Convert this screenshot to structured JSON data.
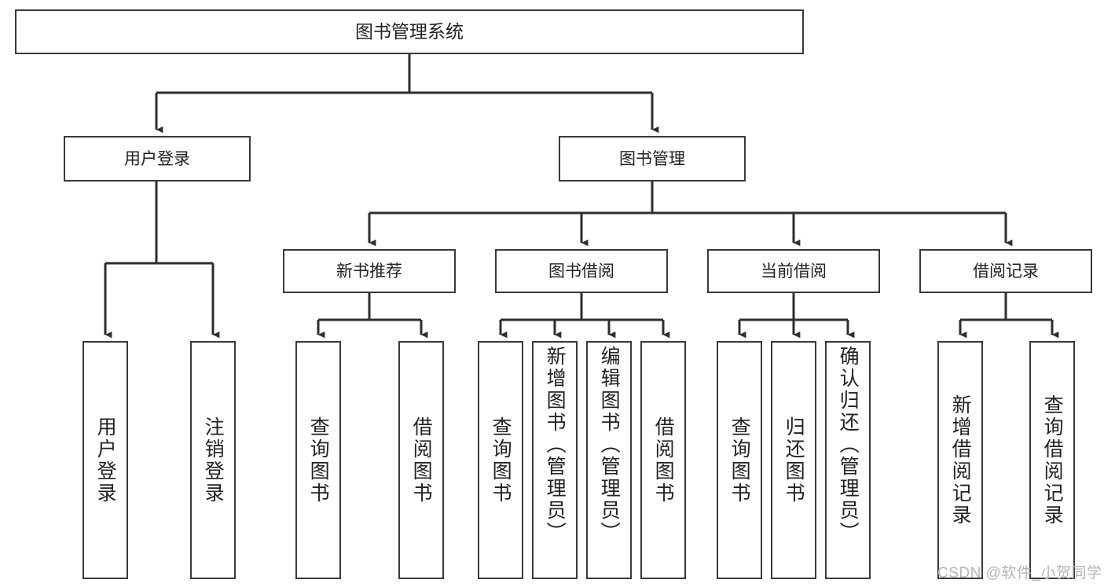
{
  "diagram": {
    "type": "tree",
    "title": "图书管理系统",
    "root": {
      "id": "root",
      "label": "图书管理系统"
    },
    "level1": [
      {
        "id": "user-login",
        "label": "用户登录"
      },
      {
        "id": "book-management",
        "label": "图书管理"
      }
    ],
    "level2": [
      {
        "id": "new-book-recommend",
        "label": "新书推荐",
        "parent": "book-management"
      },
      {
        "id": "book-borrow",
        "label": "图书借阅",
        "parent": "book-management"
      },
      {
        "id": "current-borrow",
        "label": "当前借阅",
        "parent": "book-management"
      },
      {
        "id": "borrow-record",
        "label": "借阅记录",
        "parent": "book-management"
      }
    ],
    "leaves": [
      {
        "id": "leaf-user-login",
        "label": "用户登录",
        "parent": "user-login"
      },
      {
        "id": "leaf-logout-login",
        "label": "注销登录",
        "parent": "user-login"
      },
      {
        "id": "leaf-query-book-1",
        "label": "查询图书",
        "parent": "new-book-recommend"
      },
      {
        "id": "leaf-borrow-book-1",
        "label": "借阅图书",
        "parent": "new-book-recommend"
      },
      {
        "id": "leaf-query-book-2",
        "label": "查询图书",
        "parent": "book-borrow"
      },
      {
        "id": "leaf-add-book",
        "label": "新增图书（管理员）",
        "parent": "book-borrow"
      },
      {
        "id": "leaf-edit-book",
        "label": "编辑图书（管理员）",
        "parent": "book-borrow"
      },
      {
        "id": "leaf-borrow-book-2",
        "label": "借阅图书",
        "parent": "book-borrow"
      },
      {
        "id": "leaf-query-book-3",
        "label": "查询图书",
        "parent": "current-borrow"
      },
      {
        "id": "leaf-return-book",
        "label": "归还图书",
        "parent": "current-borrow"
      },
      {
        "id": "leaf-confirm-return",
        "label": "确认归还（管理员）",
        "parent": "current-borrow"
      },
      {
        "id": "leaf-add-borrow-record",
        "label": "新增借阅记录",
        "parent": "borrow-record"
      },
      {
        "id": "leaf-query-borrow-record",
        "label": "查询借阅记录",
        "parent": "borrow-record"
      }
    ],
    "colors": {
      "box_border": "#3a3a3a",
      "box_fill": "#ffffff",
      "connector": "#2e2e2e",
      "text": "#222222",
      "watermark": "#b5b5b5",
      "background": "#ffffff"
    }
  },
  "watermark": {
    "text": "CSDN @软件_小贺同学"
  }
}
